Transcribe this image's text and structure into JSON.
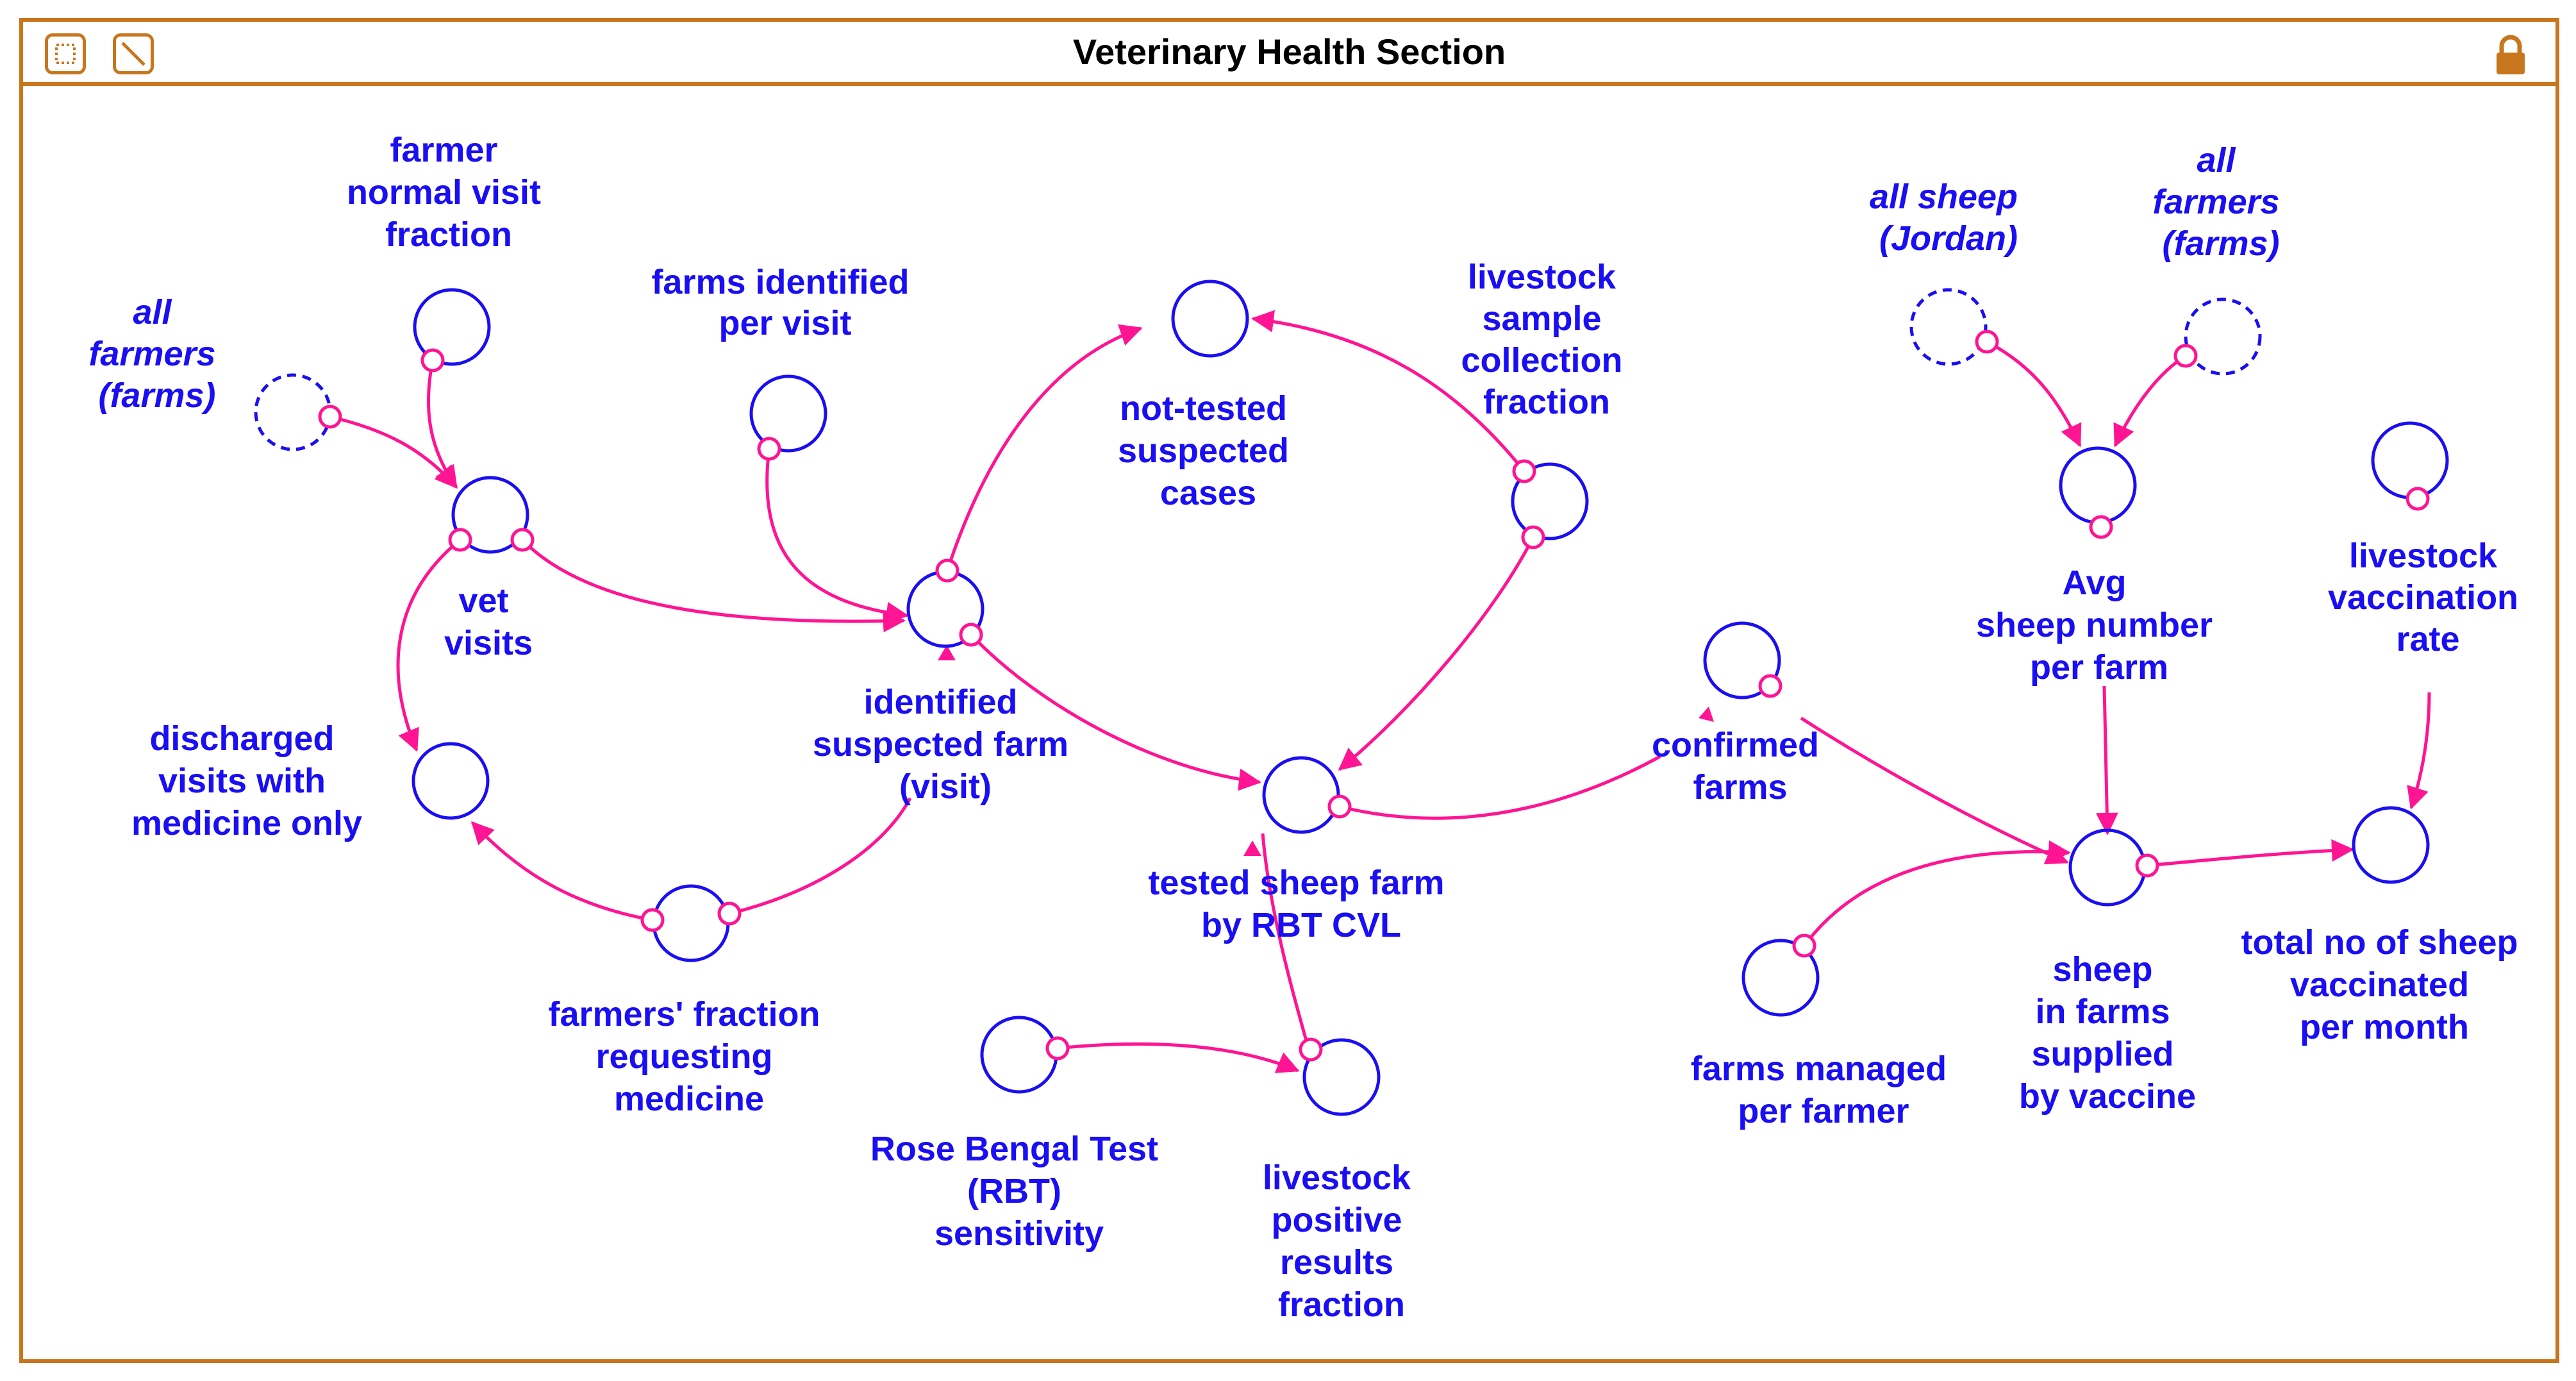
{
  "window": {
    "title": "Veterinary Health Section"
  },
  "icons": {
    "left_1": "dotted-square-icon",
    "left_2": "diagonal-line-icon",
    "right": "lock-icon"
  },
  "colors": {
    "frame": "#c8761e",
    "node": "#1a0ef2",
    "link": "#ff1493"
  },
  "nodes": [
    {
      "id": "farmer_normal_visit_fraction",
      "lines": [
        "farmer",
        "normal visit",
        "fraction"
      ],
      "italic": false
    },
    {
      "id": "all_farmers_left",
      "lines": [
        "all",
        "farmers",
        "(farms)"
      ],
      "italic": true
    },
    {
      "id": "farms_identified_per_visit",
      "lines": [
        "farms identified",
        "per visit"
      ],
      "italic": false
    },
    {
      "id": "vet_visits",
      "lines": [
        "vet",
        "visits"
      ],
      "italic": false
    },
    {
      "id": "discharged_visits",
      "lines": [
        "discharged",
        "visits with",
        "medicine only"
      ],
      "italic": false
    },
    {
      "id": "farmers_fraction_requesting",
      "lines": [
        "farmers' fraction",
        "requesting",
        "medicine"
      ],
      "italic": false
    },
    {
      "id": "identified_suspected_farm",
      "lines": [
        "identified",
        "suspected farm",
        "(visit)"
      ],
      "italic": false
    },
    {
      "id": "not_tested_suspected",
      "lines": [
        "not-tested",
        "suspected",
        "cases"
      ],
      "italic": false
    },
    {
      "id": "livestock_sample_collection",
      "lines": [
        "livestock",
        "sample",
        "collection",
        "fraction"
      ],
      "italic": false
    },
    {
      "id": "tested_sheep_farm",
      "lines": [
        "tested sheep farm",
        "by RBT CVL"
      ],
      "italic": false
    },
    {
      "id": "rbt_sensitivity",
      "lines": [
        "Rose Bengal Test",
        "(RBT)",
        "sensitivity"
      ],
      "italic": false
    },
    {
      "id": "livestock_positive_results",
      "lines": [
        "livestock",
        "positive",
        "results",
        "fraction"
      ],
      "italic": false
    },
    {
      "id": "confirmed_farms",
      "lines": [
        "confirmed",
        "farms"
      ],
      "italic": false
    },
    {
      "id": "farms_managed_per_farmer",
      "lines": [
        "farms managed",
        "per farmer"
      ],
      "italic": false
    },
    {
      "id": "all_sheep_jordan",
      "lines": [
        "all sheep",
        "(Jordan)"
      ],
      "italic": true
    },
    {
      "id": "all_farmers_right",
      "lines": [
        "all",
        "farmers",
        "(farms)"
      ],
      "italic": true
    },
    {
      "id": "avg_sheep_number",
      "lines": [
        "Avg",
        "sheep number",
        "per farm"
      ],
      "italic": false
    },
    {
      "id": "sheep_in_farms_supplied",
      "lines": [
        "sheep",
        "in farms",
        "supplied",
        "by vaccine"
      ],
      "italic": false
    },
    {
      "id": "livestock_vaccination_rate",
      "lines": [
        "livestock",
        "vaccination",
        "rate"
      ],
      "italic": false
    },
    {
      "id": "total_sheep_vaccinated",
      "lines": [
        "total no of sheep",
        "vaccinated",
        "per month"
      ],
      "italic": false
    }
  ]
}
